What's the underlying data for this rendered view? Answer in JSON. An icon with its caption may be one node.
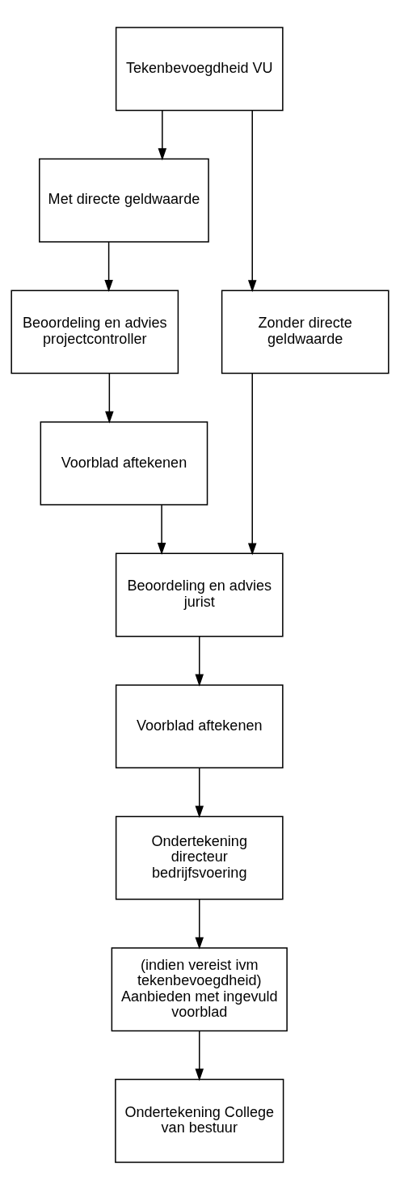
{
  "diagram": {
    "nodes": [
      {
        "text": [
          "Tekenbevoegdheid VU"
        ]
      },
      {
        "text": [
          "Met directe geldwaarde"
        ]
      },
      {
        "text": [
          "Zonder directe geldwaarde"
        ]
      },
      {
        "text": [
          "Beoordeling en advies projectcontroller"
        ]
      },
      {
        "text": [
          "Voorblad aftekenen"
        ]
      },
      {
        "text": [
          "Beoordeling en advies jurist"
        ]
      },
      {
        "text": [
          "Voorblad aftekenen"
        ]
      },
      {
        "text": [
          "Ondertekening directeur bedrijfsvoering"
        ]
      },
      {
        "text": [
          "(indien vereist ivm tekenbevoegdheid) Aanbieden met ingevuld voorblad"
        ]
      },
      {
        "text": [
          "Ondertekening College van bestuur"
        ]
      }
    ],
    "edges": [
      {
        "from": 0,
        "to": 1,
        "arrow": "to"
      },
      {
        "from": 0,
        "to": 2,
        "arrow": "to"
      },
      {
        "from": 1,
        "to": 3,
        "arrow": "to"
      },
      {
        "from": 3,
        "to": 4,
        "arrow": "to"
      },
      {
        "from": 4,
        "to": 5,
        "arrow": "to"
      },
      {
        "from": 2,
        "to": 5,
        "arrow": "to"
      },
      {
        "from": 5,
        "to": 6,
        "arrow": "to"
      },
      {
        "from": 6,
        "to": 7,
        "arrow": "to"
      },
      {
        "from": 7,
        "to": 8,
        "arrow": "to"
      },
      {
        "from": 8,
        "to": 9,
        "arrow": "to"
      }
    ]
  }
}
